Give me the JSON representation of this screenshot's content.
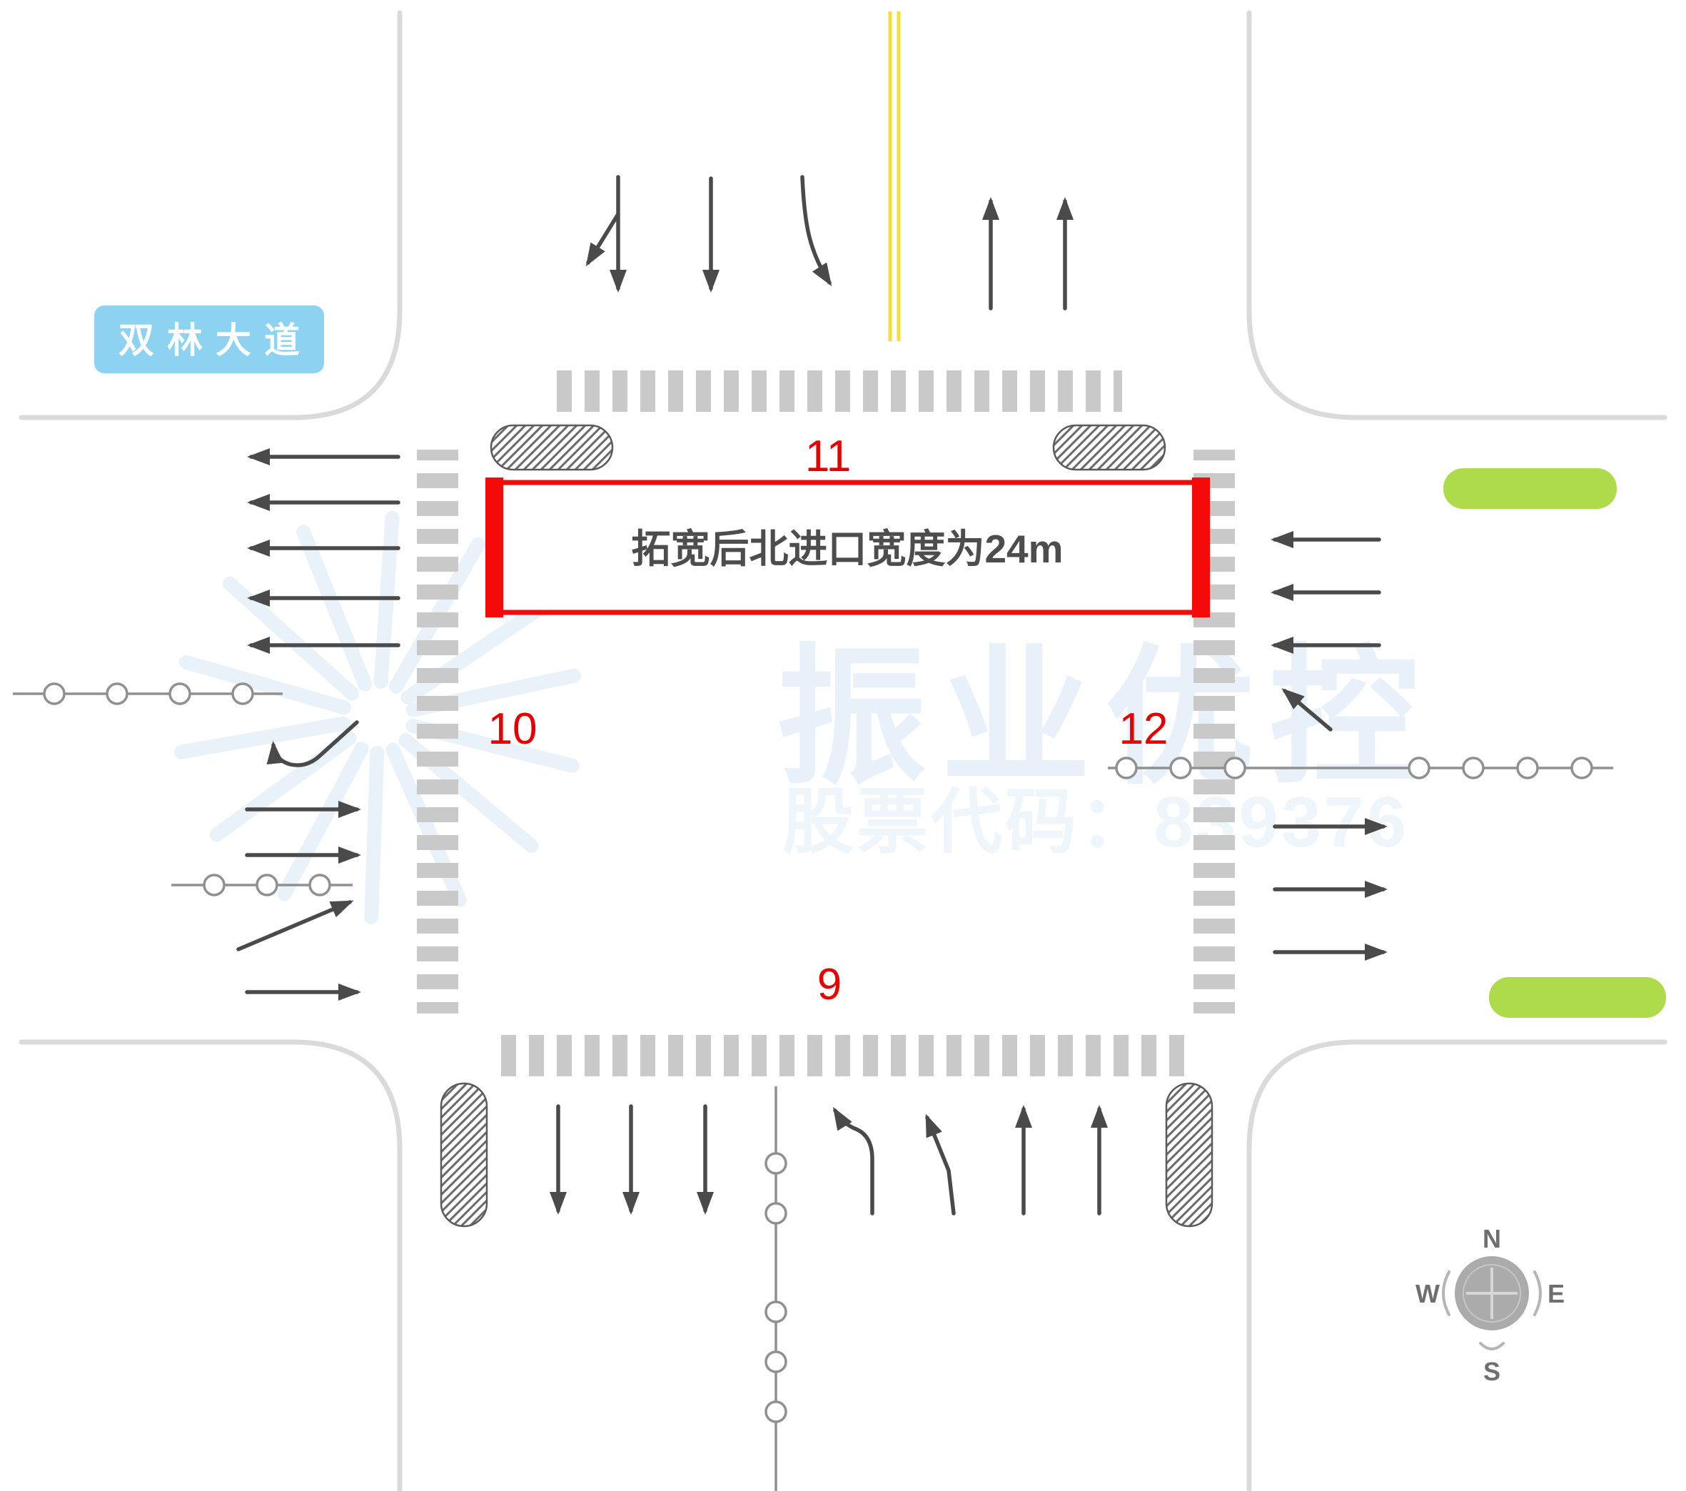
{
  "labels": {
    "road_name": "双林大道"
  },
  "annotation": {
    "text": "拓宽后北进口宽度为24m"
  },
  "approach_numbers": {
    "north": "11",
    "west": "10",
    "east": "12",
    "south": "9"
  },
  "compass": {
    "north": "N",
    "east": "E",
    "south": "S",
    "west": "W"
  },
  "watermark": {
    "brand": "振业优控",
    "stock_code": "股票代码：839376"
  },
  "colors": {
    "highlight_red": "#f50a0a",
    "number_red": "#e60000",
    "road_label_blue": "#8dd2f1",
    "median_green": "#aedb4b",
    "road_edge_gray": "#dadada",
    "crosswalk_gray": "#c9c9c9",
    "marking_gray": "#4a4a4a",
    "center_line_yellow": "#f2de3c",
    "watermark_blue": "#e8f1f9"
  }
}
